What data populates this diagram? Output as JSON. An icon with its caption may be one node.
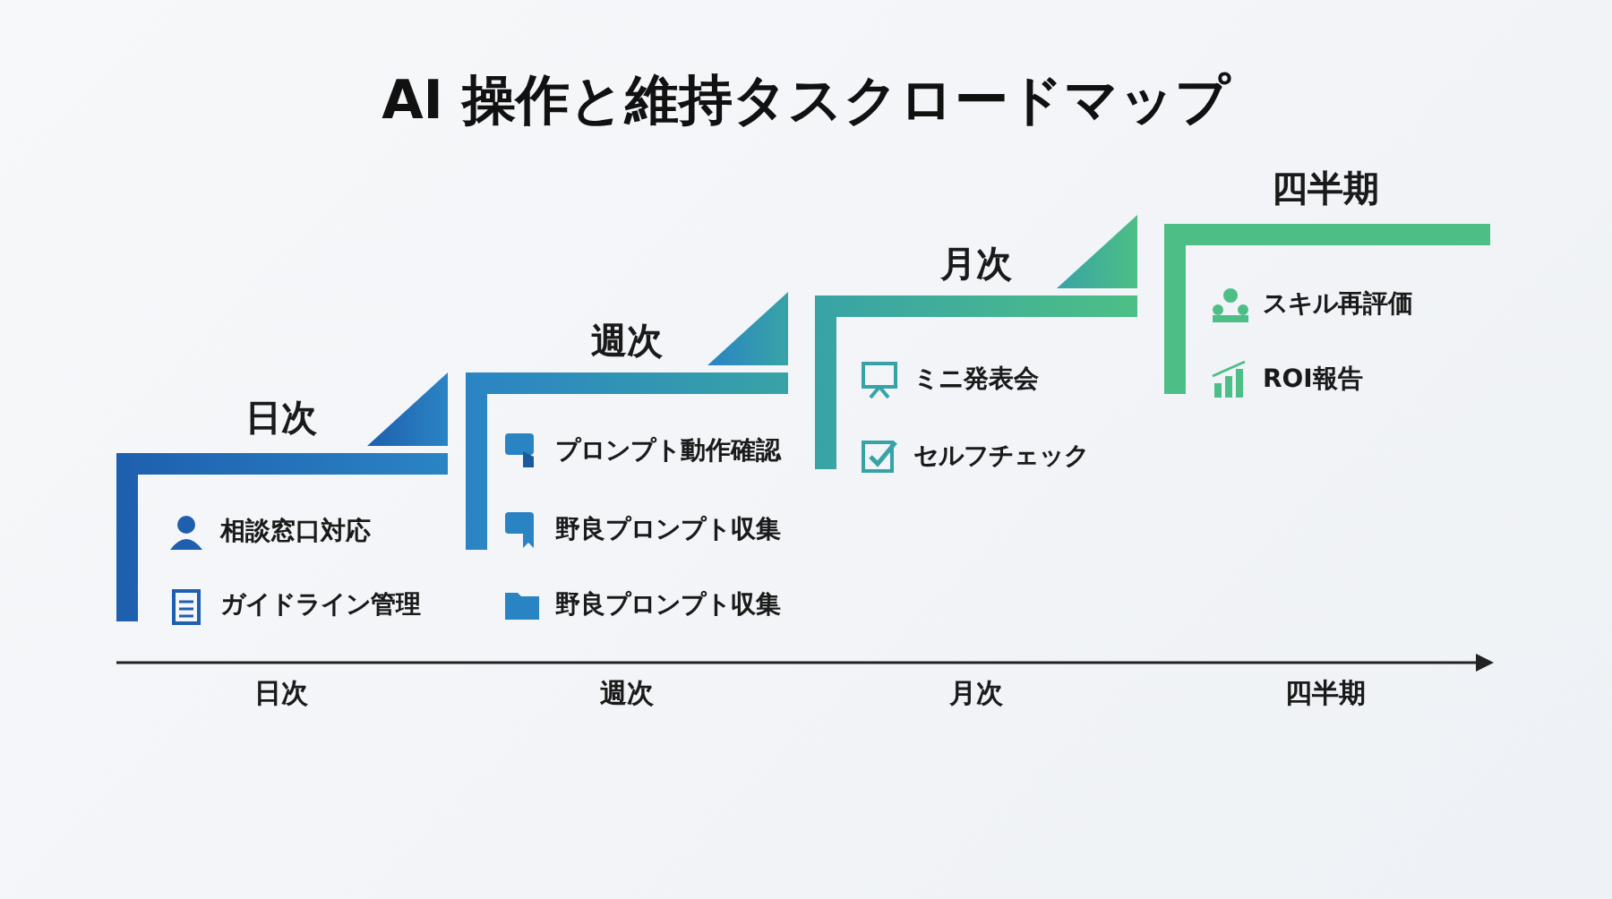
{
  "diagram": {
    "title": "AI 操作と維持タスクロードマップ",
    "labels": [
      "日次",
      "相談窓口対応",
      "ガイドライン管理",
      "週次",
      "プロンプト動作確認",
      "野良プロンプト収集",
      "野良プロンプト収集",
      "月次",
      "ミニ発表会",
      "セルフチェック",
      "四半期",
      "スキル再評価",
      "ROI報告",
      "日次",
      "週次",
      "月次",
      "四半期"
    ]
  }
}
